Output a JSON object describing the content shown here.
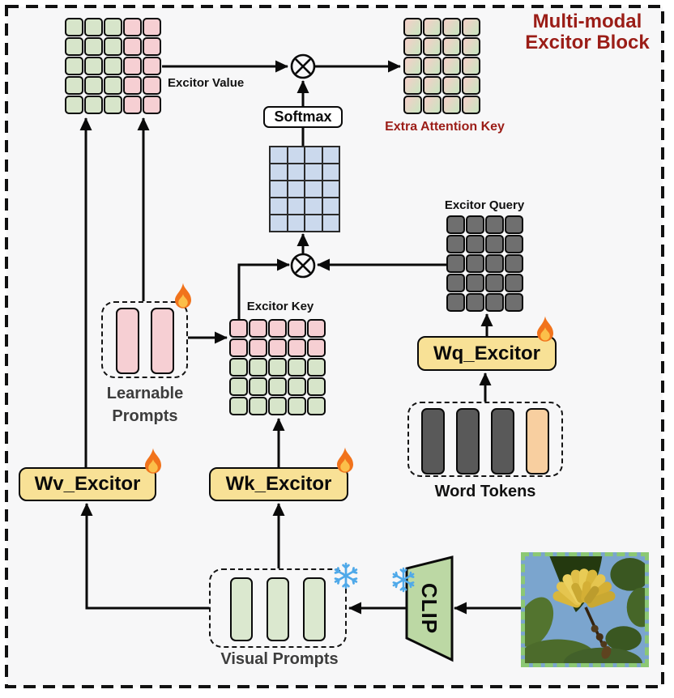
{
  "title": {
    "line1": "Multi-modal",
    "line2": "Excitor Block"
  },
  "labels": {
    "excitor_value": "Excitor Value",
    "extra_attention_key": "Extra Attention Key",
    "softmax": "Softmax",
    "excitor_key": "Excitor Key",
    "excitor_query": "Excitor Query",
    "learnable_line1": "Learnable",
    "learnable_line2": "Prompts",
    "word_tokens": "Word Tokens",
    "visual_prompts": "Visual Prompts",
    "clip": "CLIP",
    "wv": "Wv_Excitor",
    "wk": "Wk_Excitor",
    "wq": "Wq_Excitor"
  },
  "palette": {
    "accent_red": "#9B1D17",
    "green": "#D7E5CA",
    "pink": "#F6CFD3",
    "blue": "#CBD9ED",
    "gray": "#6F6F6F",
    "dark": "#595959",
    "orange": "#F8CFA0",
    "lightgreen": "#DBE8CF",
    "gradient_from": "#EFD2C8",
    "gradient_to": "#CEE2C1",
    "box_yellow": "#F8E196",
    "clip_green": "#BCD8A4",
    "snow_blue": "#4FA9E9",
    "fire_orange": "#F1731C",
    "label_gray": "#3D3D3D"
  },
  "matrices": {
    "excitor_value": {
      "rows": 5,
      "cols": 5,
      "pattern": "cols",
      "colors": [
        "green",
        "green",
        "green",
        "pink",
        "pink"
      ]
    },
    "extra_attention_key": {
      "rows": 5,
      "cols": 4,
      "pattern": "uniform",
      "colors": [
        "gradient"
      ]
    },
    "attention_map": {
      "rows": 5,
      "cols": 4,
      "pattern": "uniform",
      "colors": [
        "blue"
      ]
    },
    "excitor_key": {
      "rows": 5,
      "cols": 5,
      "pattern": "rows",
      "colors": [
        "pink",
        "pink",
        "green",
        "green",
        "green"
      ]
    },
    "excitor_query": {
      "rows": 5,
      "cols": 4,
      "pattern": "uniform",
      "colors": [
        "gray"
      ]
    }
  },
  "prompt_groups": {
    "learnable": {
      "bars": [
        "pink",
        "pink"
      ],
      "badge": "fire"
    },
    "word_tokens": {
      "bars": [
        "dark",
        "dark",
        "dark",
        "orange"
      ],
      "badge": "none"
    },
    "visual": {
      "bars": [
        "lightgreen",
        "lightgreen",
        "lightgreen"
      ],
      "badge": "snow"
    }
  }
}
